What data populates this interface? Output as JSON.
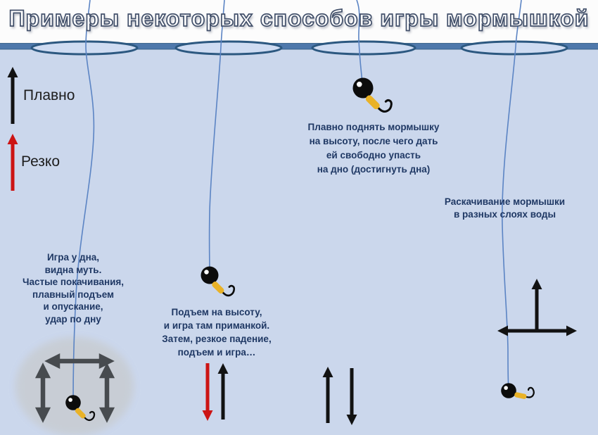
{
  "title": "Примеры некоторых способов игры мормышкой",
  "legend": {
    "smooth_label": "Плавно",
    "sharp_label": "Резко"
  },
  "techniques": [
    {
      "name": "bottom-play",
      "lines": [
        "Игра у дна,",
        "видна муть.",
        "Частые покачивания,",
        "плавный подъем",
        "и опускание,",
        "удар по дну"
      ]
    },
    {
      "name": "rise-play-sharp-drop",
      "lines": [
        "Подъем на высоту,",
        "и игра там приманкой.",
        "Затем, резкое падение,",
        "подъем и игра…"
      ]
    },
    {
      "name": "smooth-lift-free-fall",
      "lines": [
        "Плавно поднять мормышку",
        "на высоту, после чего дать",
        "ей свободно упасть",
        "на дно (достигнуть дна)"
      ]
    },
    {
      "name": "swinging-in-layers",
      "lines": [
        "Раскачивание мормышки",
        "в разных слоях воды"
      ]
    }
  ],
  "icons": {
    "jig": "jig-lure-icon",
    "ice_hole": "ice-hole-icon",
    "up_arrow": "up-arrow-icon",
    "down_arrow": "down-arrow-icon",
    "double_arrow": "double-headed-arrow-icon"
  },
  "colors": {
    "water": "#cbd7ec",
    "surface-band": "#4e78ab",
    "hole-fill": "#cfdcf2",
    "hole-stroke": "#2c5880",
    "fishing-line": "#5b84c4",
    "text-navy": "#1f3864",
    "arrow-black": "#121212",
    "arrow-red": "#cc1414",
    "arrow-gray": "#47type4b4f",
    "silt-blob": "#c8cdd4",
    "jig-black": "#0c0c0c",
    "hook-gold": "#e9b227",
    "title-fill": "#ffffff",
    "title-outline": "#42506a"
  }
}
